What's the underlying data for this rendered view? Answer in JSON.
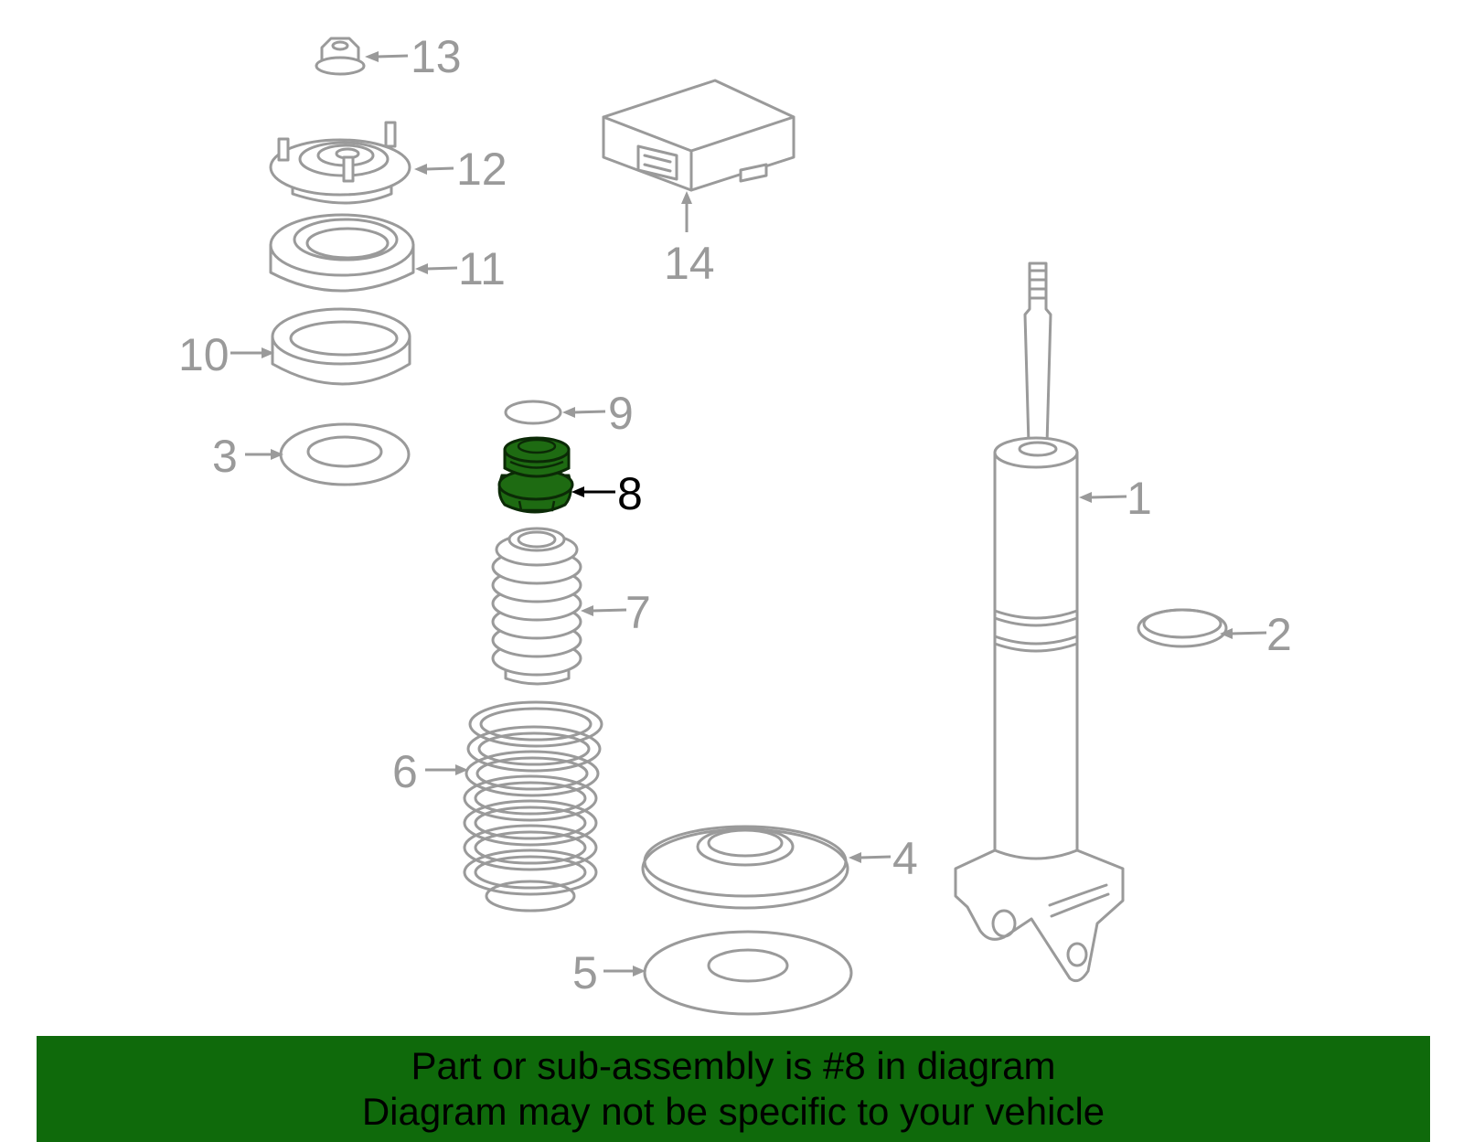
{
  "callouts": {
    "c1": "1",
    "c2": "2",
    "c3": "3",
    "c4": "4",
    "c5": "5",
    "c6": "6",
    "c7": "7",
    "c8": "8",
    "c9": "9",
    "c10": "10",
    "c11": "11",
    "c12": "12",
    "c13": "13",
    "c14": "14"
  },
  "highlighted_part": "8",
  "colors": {
    "highlight": "#1e6b12",
    "banner": "#0f6a0b",
    "part_stroke": "#9a9a9a"
  },
  "banner": {
    "line1": "Part or sub-assembly is #8 in diagram",
    "line2": "Diagram may not be specific to your vehicle"
  }
}
